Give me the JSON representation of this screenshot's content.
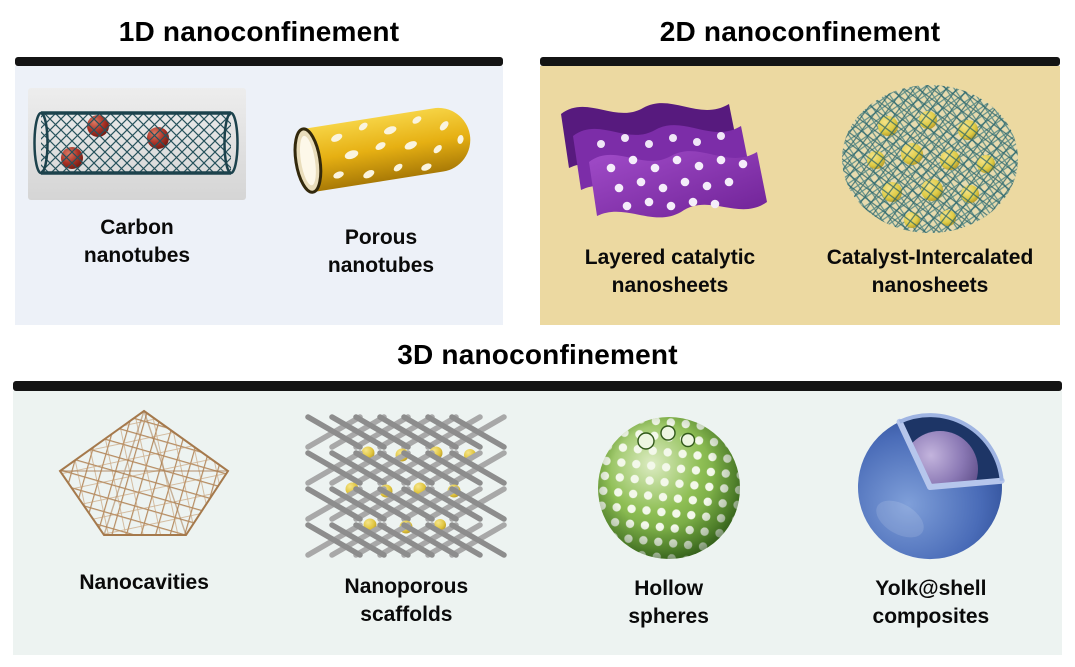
{
  "sections": {
    "s1d": {
      "title": "1D nanoconfinement",
      "panel_bg": "#edf1f8",
      "items": [
        {
          "label": "Carbon\nnanotubes",
          "icon": "carbon-nanotube-illustration"
        },
        {
          "label": "Porous\nnanotubes",
          "icon": "porous-nanotube-illustration"
        }
      ]
    },
    "s2d": {
      "title": "2D nanoconfinement",
      "panel_bg": "#ecd9a1",
      "items": [
        {
          "label": "Layered catalytic\nnanosheets",
          "icon": "layered-nanosheets-illustration"
        },
        {
          "label": "Catalyst-Intercalated\nnanosheets",
          "icon": "intercalated-nanosheets-illustration"
        }
      ]
    },
    "s3d": {
      "title": "3D nanoconfinement",
      "panel_bg": "#edf3f1",
      "items": [
        {
          "label": "Nanocavities",
          "icon": "nanocavities-illustration"
        },
        {
          "label": "Nanoporous\nscaffolds",
          "icon": "nanoporous-scaffolds-illustration"
        },
        {
          "label": "Hollow\nspheres",
          "icon": "hollow-spheres-illustration"
        },
        {
          "label": "Yolk@shell\ncomposites",
          "icon": "yolk-shell-illustration"
        }
      ]
    }
  },
  "colors": {
    "divider_bar": "#141414",
    "panel_1d_bg": "#edf1f8",
    "panel_2d_bg": "#ecd9a1",
    "panel_3d_bg": "#edf3f1",
    "nanotube_mesh": "#1c424c",
    "catalyst_red": "#a93226",
    "porous_tube_yellow": "#e6b013",
    "nanosheet_purple": "#7c2da8",
    "mesh_teal": "#2a7078",
    "catalyst_gold": "#decb45",
    "lattice_tan": "#b68c61",
    "scaffold_gray": "#9b9b9b",
    "hollow_green": "#5e9331",
    "shell_blue": "#3a5caa",
    "yolk_purple": "#8a78b4"
  }
}
